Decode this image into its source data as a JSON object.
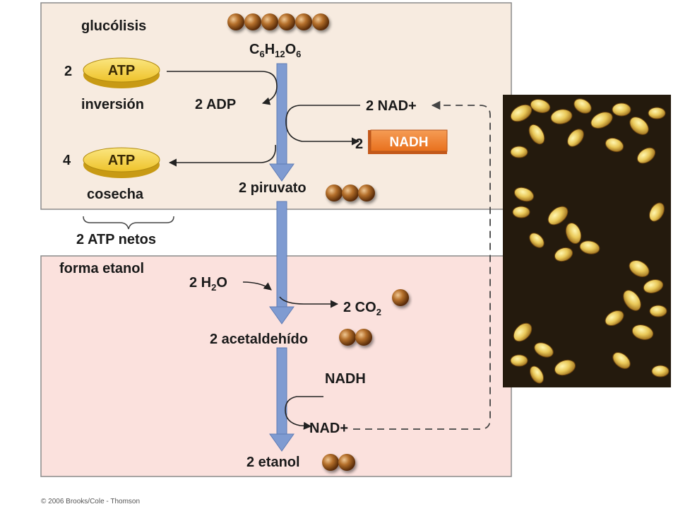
{
  "glycolysis": {
    "title": "glucólisis",
    "glucose": {
      "base": "C",
      "s1": "6",
      "mid": "H",
      "s2": "12",
      "end": "O",
      "s3": "6"
    },
    "atp_label": "ATP",
    "invest_count": "2",
    "invest_label": "inversión",
    "adp_label": "2 ADP",
    "nad_plus_label": "2 NAD+",
    "nadh_count": "2",
    "nadh_label": "NADH",
    "harvest_count": "4",
    "harvest_label": "cosecha",
    "pyruvate_label": "2 piruvato"
  },
  "net": {
    "label": "2 ATP netos"
  },
  "ethanol_phase": {
    "title": "forma etanol",
    "water": {
      "pre": "2 H",
      "sub": "2",
      "post": "O"
    },
    "co2": {
      "pre": "2 CO",
      "sub": "2"
    },
    "acetaldehyde_label": "2 acetaldehído",
    "nadh_label": "NADH",
    "nad_plus_label": "NAD+",
    "ethanol_label": "2 etanol"
  },
  "copyright": "© 2006 Brooks/Cole - Thomson",
  "colors": {
    "glycolysis_bg": "#f7ebe0",
    "ethanol_bg": "#fbe1dd",
    "arrow_blue": "#7f9bd1",
    "atp_gold": "#f1c72b",
    "nadh_orange": "#f07f28",
    "molecule_brown": "#a9621d",
    "photo_bg": "#241a0d"
  }
}
